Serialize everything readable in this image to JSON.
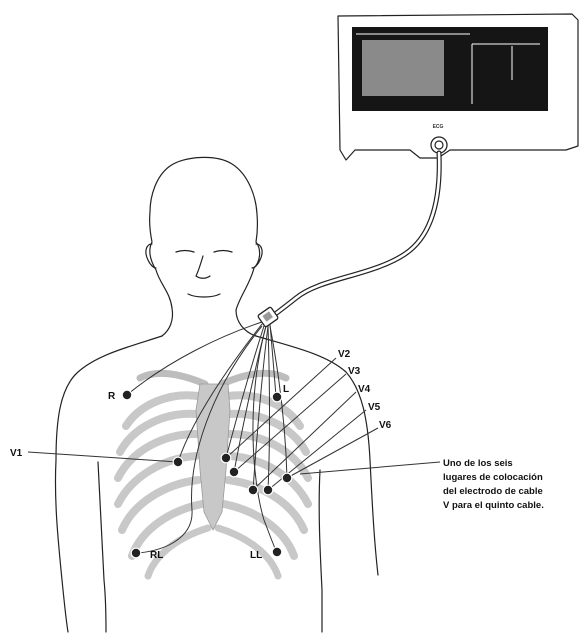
{
  "monitor": {
    "brand": "ECG"
  },
  "leads": {
    "R": "R",
    "L": "L",
    "RL": "RL",
    "LL": "LL",
    "V1": "V1",
    "V2": "V2",
    "V3": "V3",
    "V4": "V4",
    "V5": "V5",
    "V6": "V6"
  },
  "note": {
    "lines": [
      "Uno de los seis",
      "lugares de colocación",
      "del electrodo de cable",
      "V para el quinto cable."
    ]
  },
  "colors": {
    "ink": "#222222",
    "rib": "#bdbdbd",
    "screen": "#151515",
    "screen_panel": "#8a8a8a"
  }
}
